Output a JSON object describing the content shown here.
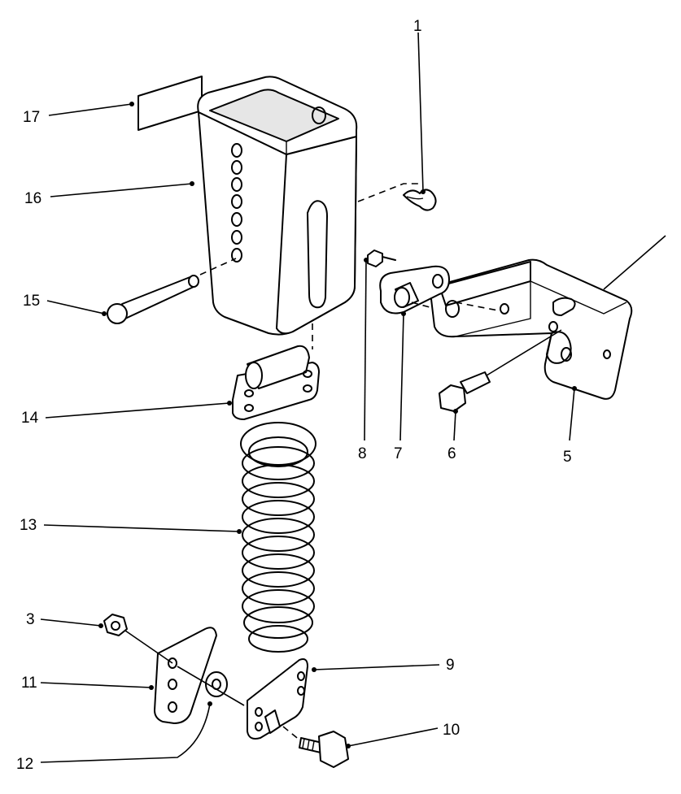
{
  "callouts": [
    {
      "id": "1",
      "text": "1"
    },
    {
      "id": "3",
      "text": "3"
    },
    {
      "id": "5",
      "text": "5"
    },
    {
      "id": "6",
      "text": "6"
    },
    {
      "id": "7",
      "text": "7"
    },
    {
      "id": "8",
      "text": "8"
    },
    {
      "id": "9",
      "text": "9"
    },
    {
      "id": "10",
      "text": "10"
    },
    {
      "id": "11",
      "text": "11"
    },
    {
      "id": "12",
      "text": "12"
    },
    {
      "id": "13",
      "text": "13"
    },
    {
      "id": "14",
      "text": "14"
    },
    {
      "id": "15",
      "text": "15"
    },
    {
      "id": "16",
      "text": "16"
    },
    {
      "id": "17",
      "text": "17"
    }
  ]
}
